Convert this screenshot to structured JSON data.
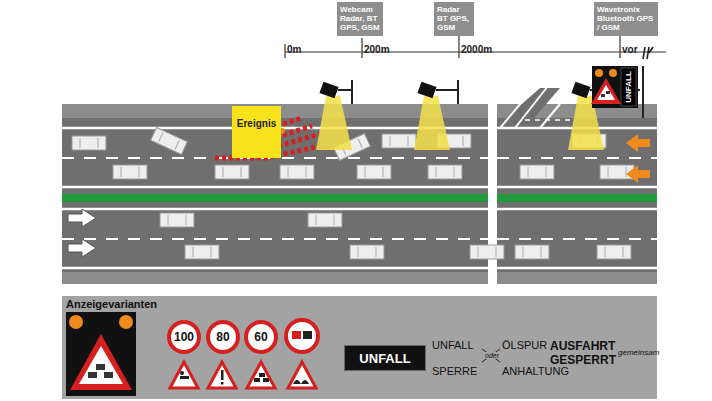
{
  "diagram": {
    "nodes": [
      {
        "text": [
          "Webcam Radar, BT GPS, GSM"
        ]
      },
      {
        "text": [
          "Radar BT GPS, GSM"
        ]
      },
      {
        "text": [
          "Wavetronix Bluetooth GPS / GSM"
        ]
      },
      {
        "text": [
          "Ereignis"
        ]
      },
      {
        "text": [
          "Anzeigevarianten"
        ]
      },
      {
        "text": [
          "100"
        ],
        "in": 4
      },
      {
        "text": [
          "80"
        ],
        "in": 4
      },
      {
        "text": [
          "60"
        ],
        "in": 4
      },
      {
        "text": [
          "UNFALL"
        ],
        "in": 4
      }
    ],
    "labels": [
      "0m",
      "200m",
      "2000m",
      "vor",
      "UNFALL",
      "UNFALL",
      "ÖLSPUR",
      "oder",
      "SPERRE",
      "ANHALTUNG",
      "AUSFAHRT GESPERRT",
      "gemeinsam"
    ]
  }
}
